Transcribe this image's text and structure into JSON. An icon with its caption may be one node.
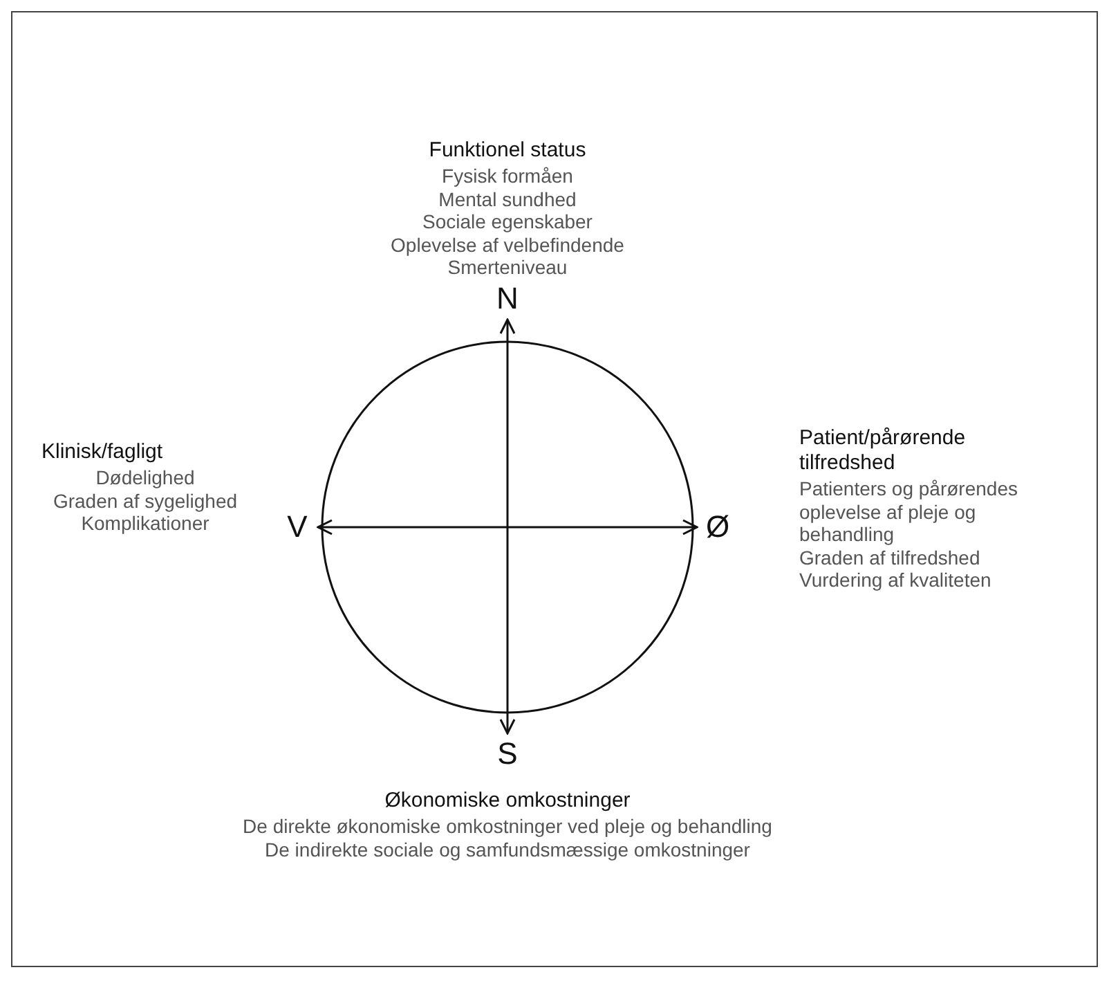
{
  "diagram": {
    "nodes": [
      {
        "text": [
          "Funktionel status",
          "Fysisk formåen",
          "Mental sundhed",
          "Sociale egenskaber",
          "Oplevelse af velbefindende",
          "Smerteniveau"
        ]
      },
      {
        "text": [
          "N"
        ]
      },
      {
        "text": [
          "Klinisk/fagligt",
          "Dødelighed",
          "Graden af sygelighed",
          "Komplikationer"
        ]
      },
      {
        "text": [
          "V"
        ]
      },
      {
        "text": [
          "Ø"
        ]
      },
      {
        "text": [
          "Patient/pårørende tilfredshed",
          "Patienters og pårørendes oplevelse af pleje og behandling",
          "Graden af tilfredshed",
          "Vurdering af kvaliteten"
        ]
      },
      {
        "text": [
          "S"
        ]
      },
      {
        "text": [
          "Økonomiske omkostninger",
          "De direkte økonomiske omkostninger ved pleje og behandling",
          "De indirekte sociale og samfundsmæssige omkostninger"
        ]
      }
    ],
    "edges": [
      {
        "from": 1,
        "to": 6,
        "arrow": "both"
      },
      {
        "from": 3,
        "to": 4,
        "arrow": "both"
      }
    ]
  }
}
